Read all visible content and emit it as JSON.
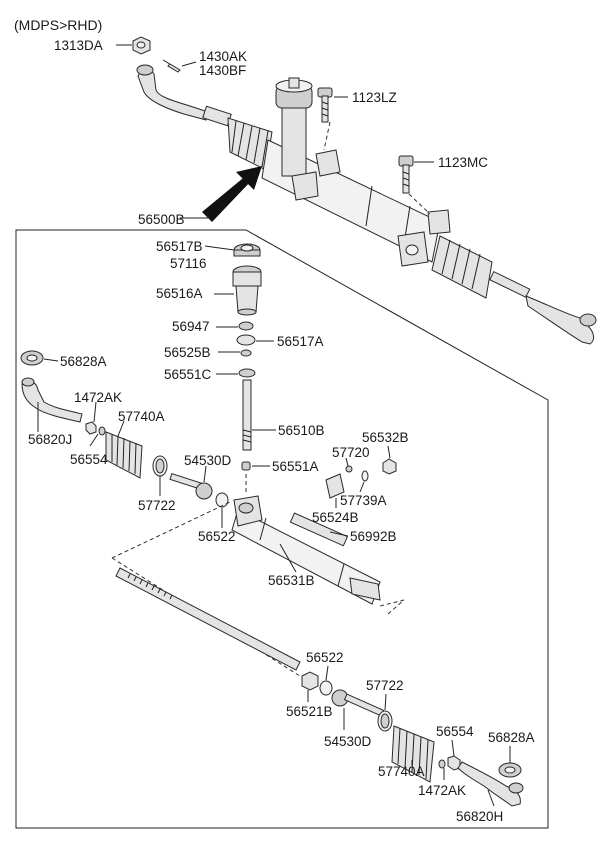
{
  "header": "(MDPS>RHD)",
  "assembly_label": "56500B",
  "labels": [
    {
      "key": "1313DA",
      "text": "1313DA"
    },
    {
      "key": "1430AK",
      "text": "1430AK"
    },
    {
      "key": "1430BF",
      "text": "1430BF"
    },
    {
      "key": "1123LZ",
      "text": "1123LZ"
    },
    {
      "key": "1123MC",
      "text": "1123MC"
    },
    {
      "key": "56517B",
      "text": "56517B"
    },
    {
      "key": "57116",
      "text": "57116"
    },
    {
      "key": "56516A",
      "text": "56516A"
    },
    {
      "key": "56947",
      "text": "56947"
    },
    {
      "key": "56517A",
      "text": "56517A"
    },
    {
      "key": "56525B",
      "text": "56525B"
    },
    {
      "key": "56551C",
      "text": "56551C"
    },
    {
      "key": "56828A_l",
      "text": "56828A"
    },
    {
      "key": "1472AK_l",
      "text": "1472AK"
    },
    {
      "key": "57740A_l",
      "text": "57740A"
    },
    {
      "key": "56820J",
      "text": "56820J"
    },
    {
      "key": "56554_l",
      "text": "56554"
    },
    {
      "key": "56510B",
      "text": "56510B"
    },
    {
      "key": "56532B",
      "text": "56532B"
    },
    {
      "key": "57720",
      "text": "57720"
    },
    {
      "key": "54530D_u",
      "text": "54530D"
    },
    {
      "key": "56551A",
      "text": "56551A"
    },
    {
      "key": "57739A",
      "text": "57739A"
    },
    {
      "key": "57722_l",
      "text": "57722"
    },
    {
      "key": "56524B",
      "text": "56524B"
    },
    {
      "key": "56522_l",
      "text": "56522"
    },
    {
      "key": "56992B",
      "text": "56992B"
    },
    {
      "key": "56531B",
      "text": "56531B"
    },
    {
      "key": "56522_r",
      "text": "56522"
    },
    {
      "key": "57722_r",
      "text": "57722"
    },
    {
      "key": "56521B",
      "text": "56521B"
    },
    {
      "key": "54530D_r",
      "text": "54530D"
    },
    {
      "key": "56554_r",
      "text": "56554"
    },
    {
      "key": "56828A_r",
      "text": "56828A"
    },
    {
      "key": "57740A_r",
      "text": "57740A"
    },
    {
      "key": "1472AK_r",
      "text": "1472AK"
    },
    {
      "key": "56820H",
      "text": "56820H"
    }
  ]
}
